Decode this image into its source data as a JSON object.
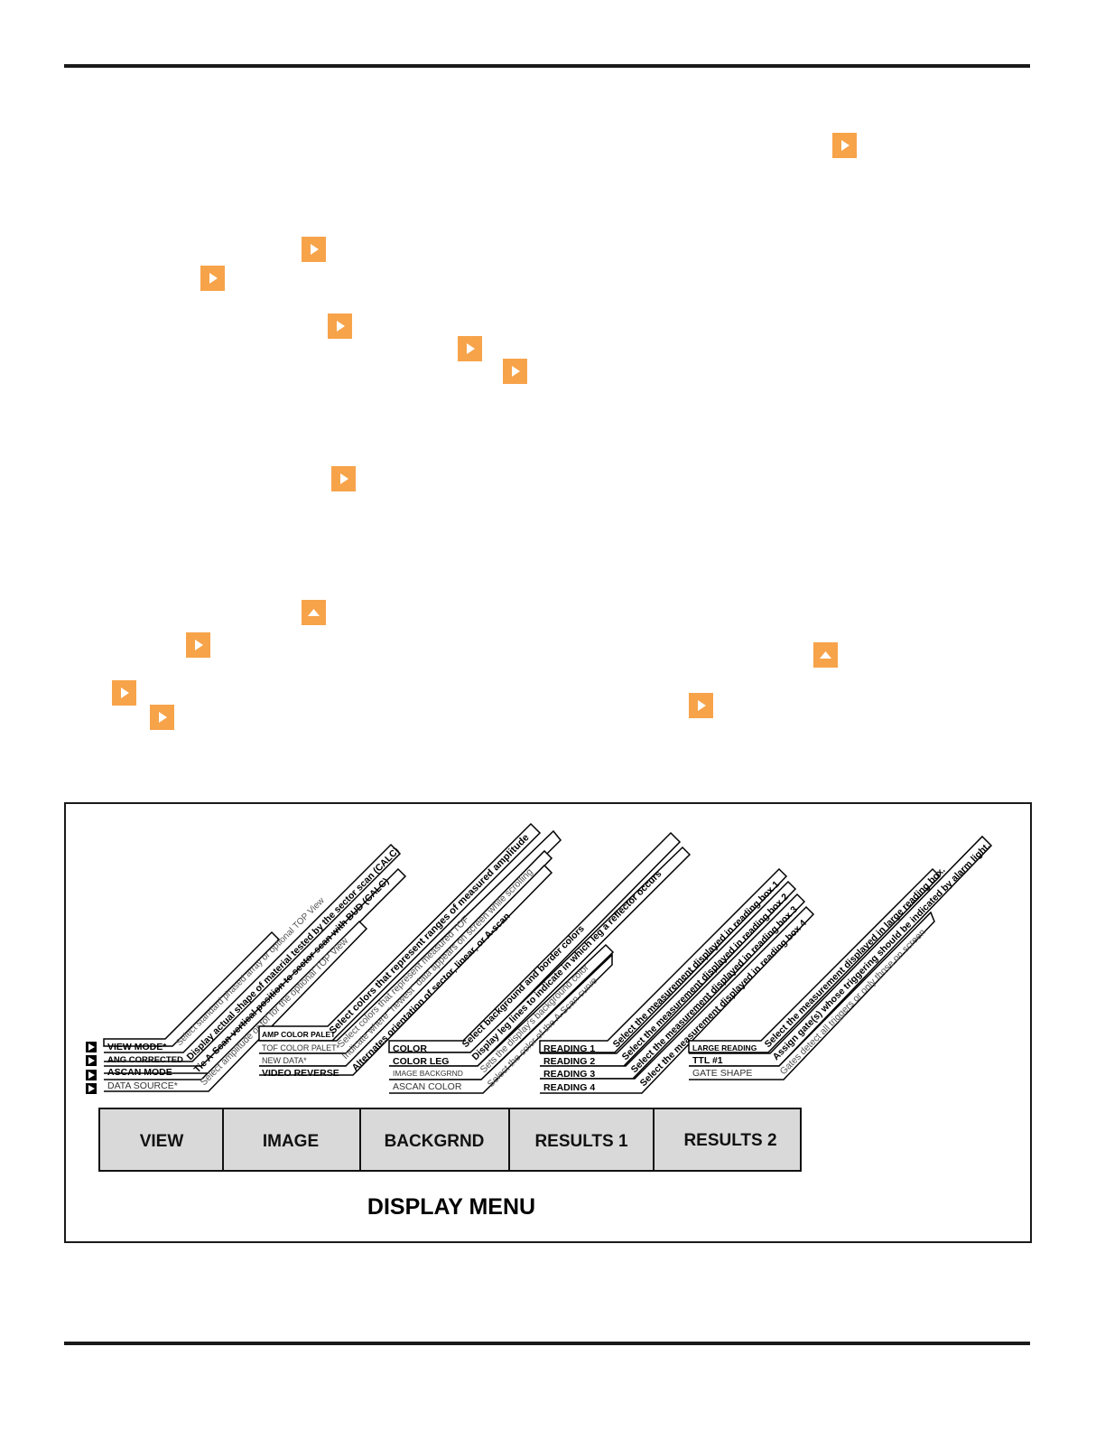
{
  "colors": {
    "accent": "#f7a34a",
    "tab_fill": "#d9d9d9",
    "rule": "#1a1a1a"
  },
  "icons": {
    "arrow_right": "play-right-icon",
    "arrow_up": "arrow-up-icon"
  },
  "orange_buttons": [
    {
      "icon": "arrow-right"
    },
    {
      "icon": "arrow-right"
    },
    {
      "icon": "arrow-right"
    },
    {
      "icon": "arrow-right"
    },
    {
      "icon": "arrow-right"
    },
    {
      "icon": "arrow-right"
    },
    {
      "icon": "arrow-right"
    },
    {
      "icon": "arrow-up"
    },
    {
      "icon": "arrow-right"
    },
    {
      "icon": "arrow-up"
    },
    {
      "icon": "arrow-right"
    },
    {
      "icon": "arrow-right"
    },
    {
      "icon": "arrow-right"
    }
  ],
  "diagram": {
    "caption": "DISPLAY MENU",
    "tabs": [
      {
        "label": "VIEW"
      },
      {
        "label": "IMAGE"
      },
      {
        "label": "BACKGRND"
      },
      {
        "label": "RESULTS 1"
      },
      {
        "label": "RESULTS 2"
      }
    ],
    "groups": [
      {
        "items": [
          "VIEW MODE*",
          "ANG CORRECTED",
          "ASCAN MODE",
          "DATA SOURCE*"
        ],
        "descriptions": [
          "Select standard phased array or optional TOP View",
          "Display actual shape of material tested by the sector scan (CALC)",
          "Tie A-Scan vertical position to sector scan with BUD (CALC)",
          "Select amplitude or tof for the optional TOP View"
        ]
      },
      {
        "items": [
          "AMP COLOR PALET",
          "TOF COLOR PALET*",
          "NEW DATA*",
          "VIDEO REVERSE"
        ],
        "descriptions": [
          "Select colors that represent ranges of measured amplitude",
          "Select colors that represent measured TOF",
          "Indicate where \"newest\" data appears on screen while scrolling",
          "Alternates orientation of sector, linear, or A-scan"
        ]
      },
      {
        "items": [
          "COLOR",
          "COLOR LEG",
          "IMAGE BACKGRND",
          "ASCAN COLOR"
        ],
        "descriptions": [
          "Select background and border colors",
          "Display leg lines to indicate in which leg a reflector occurs",
          "Sets the display's background color",
          "Select the color of the A-Scan curve"
        ]
      },
      {
        "items": [
          "READING 1",
          "READING 2",
          "READING 3",
          "READING 4"
        ],
        "descriptions": [
          "Select the measurement displayed in reading box 1",
          "Select the measurement displayed in reading box 2",
          "Select the measurement displayed in reading box 3",
          "Select the measurement displayed in reading box 4"
        ]
      },
      {
        "items": [
          "LARGE READING",
          "TTL #1",
          "GATE SHAPE"
        ],
        "descriptions": [
          "Select the measurement displayed in large reading box.",
          "Assign gate(s) whose triggering should be indicated by alarm light.",
          "Gates detect all triggers or only those on screen"
        ]
      }
    ]
  }
}
